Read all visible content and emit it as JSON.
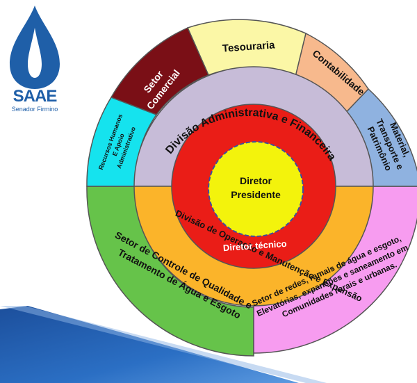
{
  "logo": {
    "brand": "SAAE",
    "city": "Senador Firmino"
  },
  "colors": {
    "accent_blue": "#1f5fa8",
    "outer_green": "#66c34a",
    "outer_pink": "#f79cf0",
    "outer_blue": "#8fb2e0",
    "outer_peach": "#f7b98d",
    "outer_yellow": "#fbf7a6",
    "outer_maroon": "#7a0f16",
    "outer_cyan": "#15e3ee",
    "middle_lavender": "#c7bcd8",
    "middle_orange": "#fbb42a",
    "inner_red": "#ea1d17",
    "center_yellow": "#f3f30c"
  },
  "center": {
    "line1": "Diretor",
    "line2": "Presidente"
  },
  "inner": {
    "diretor_tecnico": "Diretor técnico"
  },
  "middle": {
    "administrativa": "Divisão Administrativa e Financeira",
    "operacao": "Divisão de Operação e Manutenção e Expansão"
  },
  "outer": {
    "tesouraria": "Tesouraria",
    "contabilidade": "Contabilidade",
    "material_1": "Material,",
    "material_2": "Transporte e",
    "material_3": "Patrimônio",
    "comercial_1": "Setor",
    "comercial_2": "Comercial",
    "rh_1": "Recursos Humanos",
    "rh_2": "E Apoio",
    "rh_3": "Administrativo",
    "qualidade_1": "Setor de Controle de Qualidade e",
    "qualidade_2": "Tratamento de Água e Esgoto",
    "redes_1": "Setor de redes, ramais de água e esgoto,",
    "redes_2": "Elevatórias, expansões e saneamento em",
    "redes_3": "Comunidades rurais e urbanas."
  }
}
